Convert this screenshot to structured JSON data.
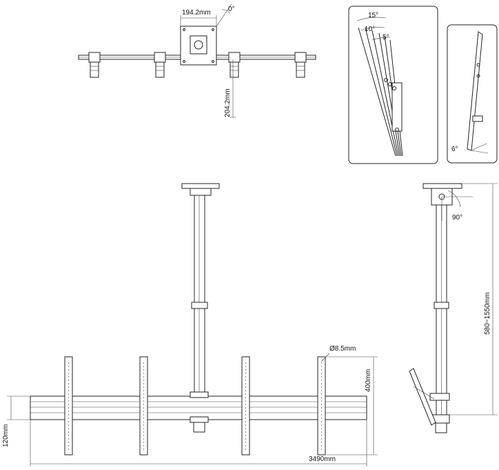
{
  "labels": {
    "top_width": "194.2mm",
    "top_angle": "0°",
    "top_height": "204.2mm",
    "tilt_15": "15°",
    "tilt_10": "10°",
    "tilt_5": "5°",
    "tilt_6": "6°",
    "swivel_90": "90°",
    "drop_range": "580~1550mm",
    "hole_dia": "Ø8.5mm",
    "bracket_height": "400mm",
    "rail_height": "120mm",
    "total_width": "3490mm"
  }
}
